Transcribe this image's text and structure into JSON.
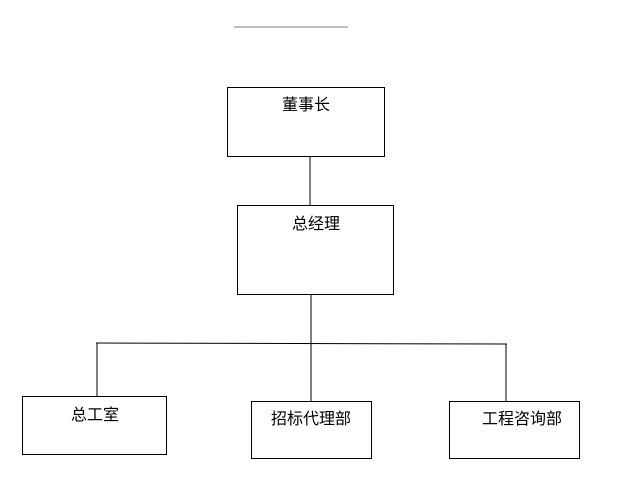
{
  "chart": {
    "nodes": [
      {
        "id": "chairman",
        "label": "董事长"
      },
      {
        "id": "general-manager",
        "label": "总经理"
      },
      {
        "id": "chief-engineer-office",
        "label": "总工室"
      },
      {
        "id": "bidding-agency-dept",
        "label": "招标代理部"
      },
      {
        "id": "engineering-consulting-dept",
        "label": "工程咨询部"
      }
    ]
  }
}
